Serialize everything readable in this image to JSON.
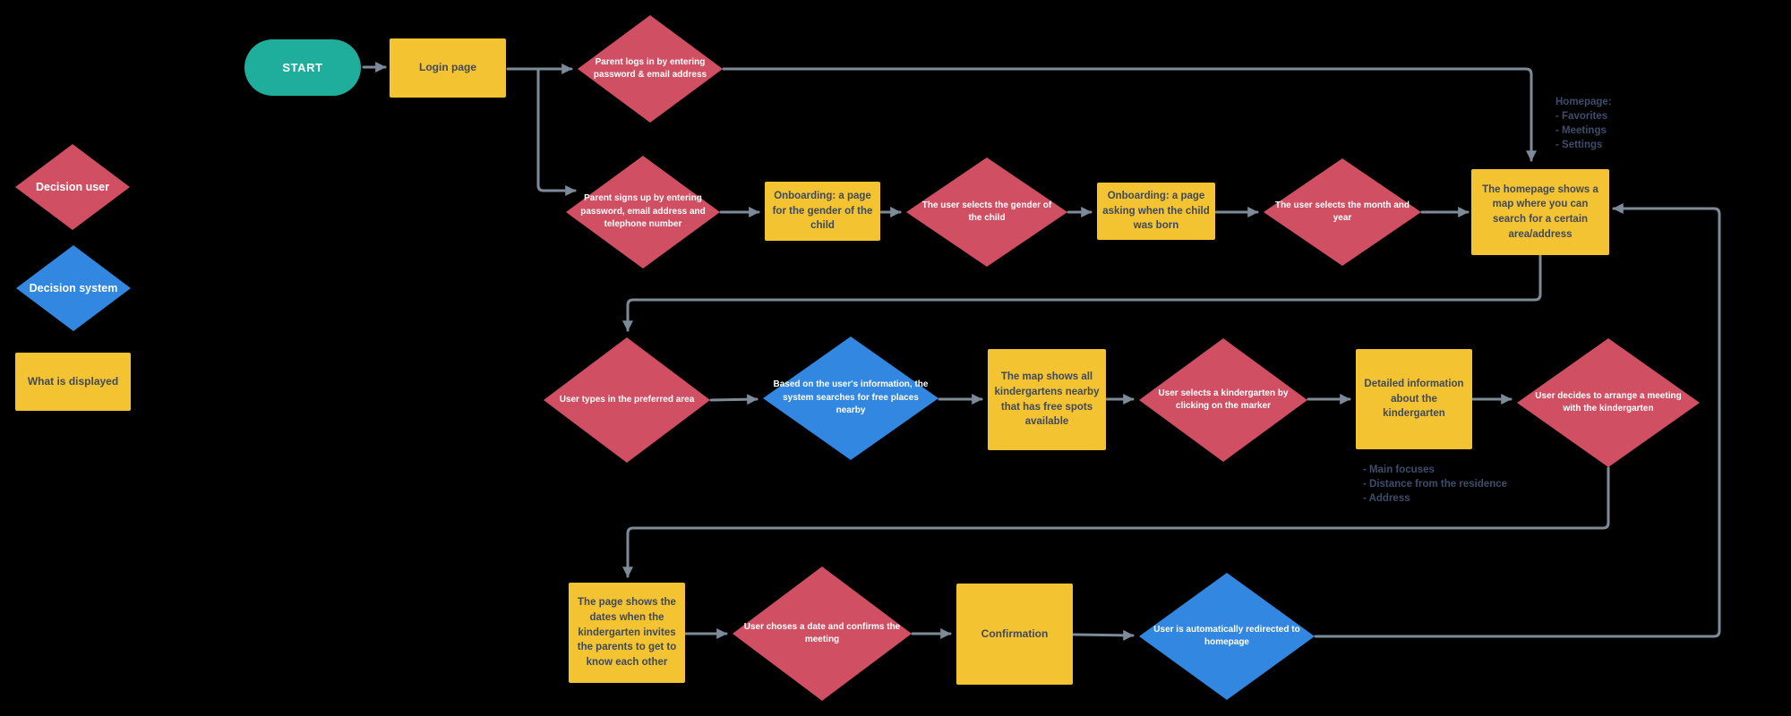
{
  "colors": {
    "background": "#000000",
    "decision_user": "#D14F63",
    "decision_system": "#3287E1",
    "displayed": "#F4C331",
    "start": "#1FAD9C",
    "connector": "#7D8B99",
    "annotation_text": "#3E4D6B",
    "box_text": "#3F4A59",
    "diamond_text": "#FFFFFF"
  },
  "legend": {
    "decision_user": "Decision user",
    "decision_system": "Decision system",
    "what_is_displayed": "What is displayed"
  },
  "nodes": {
    "start": "START",
    "login_page": "Login page",
    "parent_logs_in": "Parent logs in by entering password & email address",
    "parent_signs_up": "Parent signs up by entering password, email address and telephone number",
    "onboarding_gender": "Onboarding: a page for the gender of the child",
    "select_gender": "The user selects the gender of the child",
    "onboarding_born": "Onboarding: a page asking when the child was born",
    "select_month_year": "The user selects the month and year",
    "homepage_map": "The homepage shows a map where you can search for a certain area/address",
    "types_area": "User types in the preferred area",
    "system_searches": "Based on the user's information, the system searches for free places nearby",
    "map_shows": "The map shows all kindergartens nearby that has free spots available",
    "select_kindergarten": "User selects a kindergarten by clicking on the marker",
    "detailed_info": "Detailed information about the kindergarten",
    "decide_meeting": "User decides to arrange a meeting with the kindergarten",
    "page_dates": "The page shows the dates when the kindergarten invites the parents to get to know each other",
    "chose_date": "User choses a date and confirms the meeting",
    "confirmation": "Confirmation",
    "redirected": "User is automatically redirected to homepage"
  },
  "annotations": {
    "homepage": {
      "title": "Homepage:",
      "items": [
        "- Favorites",
        "- Meetings",
        "- Settings"
      ]
    },
    "kindergarten_details": {
      "items": [
        "- Main focuses",
        "- Distance from the residence",
        "- Address"
      ]
    }
  }
}
